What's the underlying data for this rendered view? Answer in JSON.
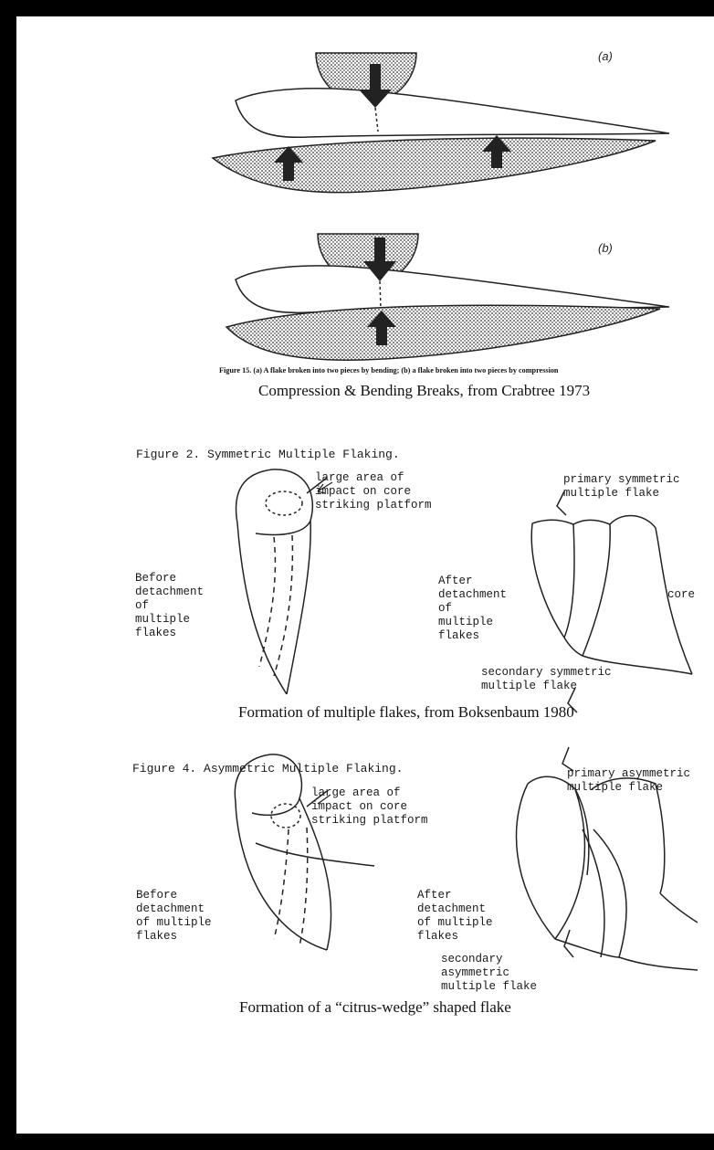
{
  "panel_a_label": "(a)",
  "panel_b_label": "(b)",
  "fig15_caption": "Figure 15.   (a) A flake broken into two pieces by bending; (b) a flake broken into two pieces by compression",
  "section1_title": "Compression & Bending Breaks, from Crabtree 1973",
  "fig2_caption": "Figure 2.  Symmetric Multiple Flaking.",
  "fig2_labels": {
    "impact": "large area of\nimpact on core\nstriking platform",
    "before": "Before\ndetachment\nof\nmultiple\nflakes",
    "primary": "primary symmetric\nmultiple flake",
    "after": "After\ndetachment\nof\nmultiple\nflakes",
    "core": "core",
    "secondary": "secondary symmetric\nmultiple flake"
  },
  "section2_title": "Formation of multiple flakes, from Boksenbaum 1980",
  "fig4_caption": "Figure 4.  Asymmetric Multiple Flaking.",
  "fig4_labels": {
    "impact": "large area of\nimpact on core\nstriking platform",
    "before": "Before\ndetachment\nof multiple\nflakes",
    "primary": "primary asymmetric\nmultiple flake",
    "after": "After\ndetachment\nof multiple\nflakes",
    "secondary": "secondary\nasymmetric\nmultiple flake"
  },
  "section3_title": "Formation of a “citrus-wedge” shaped flake"
}
